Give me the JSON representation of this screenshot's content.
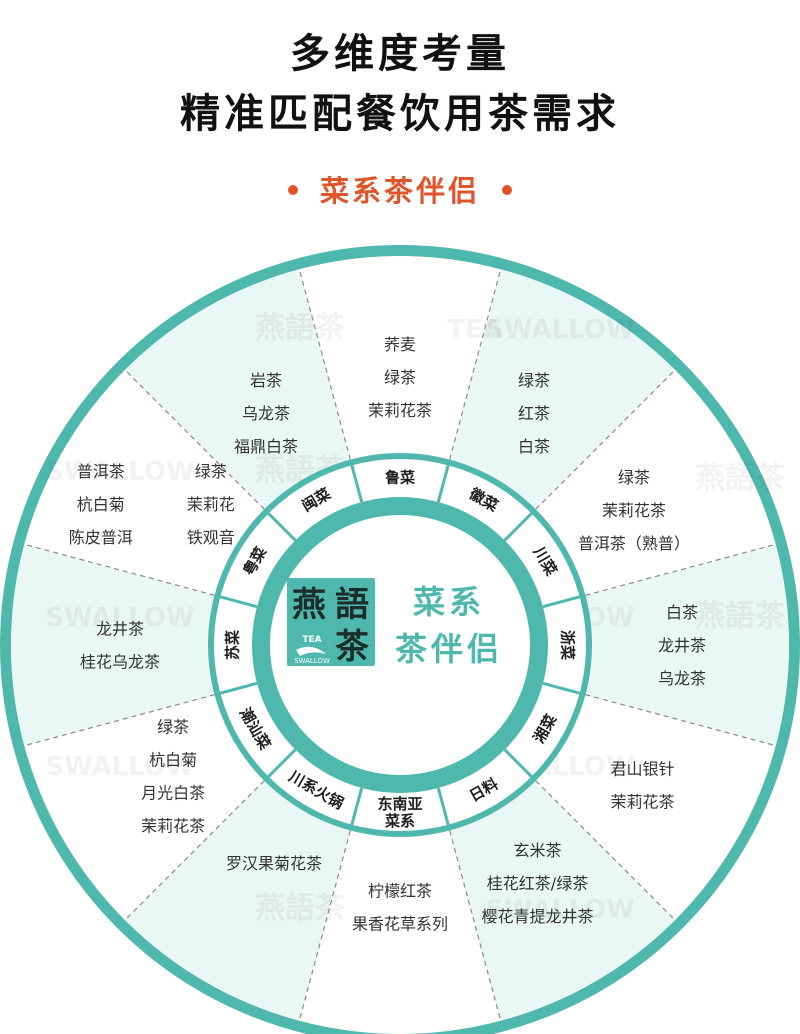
{
  "title": {
    "line1": "多维度考量",
    "line2": "精准匹配餐饮用茶需求"
  },
  "subtitle": "菜系茶伴侣",
  "center": {
    "logo_chars": [
      "燕",
      "語",
      "茶"
    ],
    "logo_small": [
      "TEA",
      "SWALLOW"
    ],
    "label_lines": [
      "菜系",
      "茶伴侣"
    ]
  },
  "watermarks": [
    "燕語茶",
    "TEA",
    "SWALLOW"
  ],
  "cuisines": [
    {
      "name": [
        "鲁菜"
      ],
      "teas": [
        "荞麦",
        "绿茶",
        "茉莉花茶"
      ]
    },
    {
      "name": [
        "徽菜"
      ],
      "teas": [
        "绿茶",
        "红茶",
        "白茶"
      ]
    },
    {
      "name": [
        "川菜"
      ],
      "teas": [
        "绿茶",
        "茉莉花茶",
        "普洱茶（熟普）"
      ]
    },
    {
      "name": [
        "浙菜"
      ],
      "teas": [
        "白茶",
        "龙井茶",
        "乌龙茶"
      ]
    },
    {
      "name": [
        "湘菜"
      ],
      "teas": [
        "君山银针",
        "茉莉花茶"
      ]
    },
    {
      "name": [
        "日料"
      ],
      "teas": [
        "玄米茶",
        "桂花红茶/绿茶",
        "樱花青提龙井茶"
      ]
    },
    {
      "name": [
        "东南亚",
        "菜系"
      ],
      "teas": [
        "柠檬红茶",
        "果香花草系列"
      ]
    },
    {
      "name": [
        "川系火锅"
      ],
      "teas": [
        "罗汉果菊花茶"
      ]
    },
    {
      "name": [
        "潮汕菜"
      ],
      "teas": [
        "绿茶",
        "杭白菊",
        "月光白茶",
        "茉莉花茶"
      ]
    },
    {
      "name": [
        "苏菜"
      ],
      "teas": [
        "龙井茶",
        "桂花乌龙茶"
      ]
    },
    {
      "name": [
        "粤菜"
      ],
      "teas": [
        "普洱茶",
        "杭白菊",
        "陈皮普洱",
        "绿茶",
        "茉莉花",
        "铁观音"
      ]
    },
    {
      "name": [
        "闽菜"
      ],
      "teas": [
        "岩茶",
        "乌龙茶",
        "福鼎白茶"
      ]
    }
  ],
  "colors": {
    "teal": "#4fb8ad",
    "teal_light": "#e9f7f5",
    "orange": "#e0542a",
    "dark": "#1e1e1e",
    "text": "#333333"
  }
}
